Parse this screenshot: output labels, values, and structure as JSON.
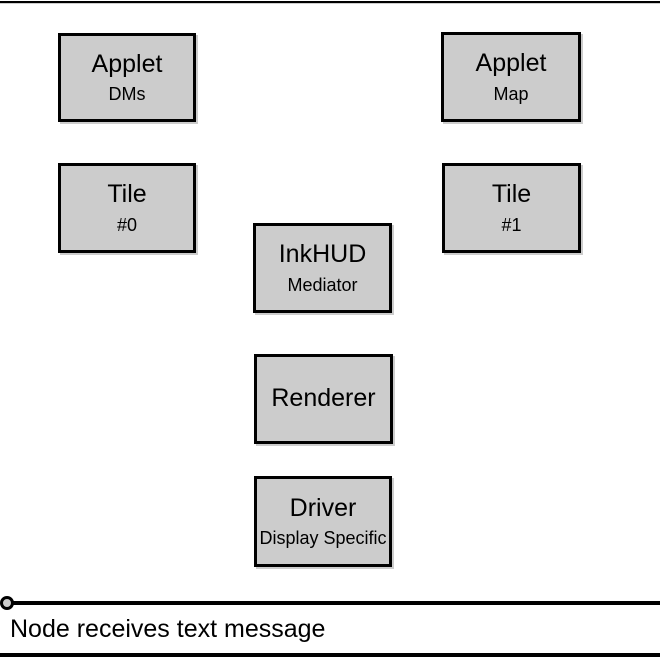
{
  "diagram": {
    "boxes": [
      {
        "id": "applet-dms",
        "title": "Applet",
        "subtitle": "DMs"
      },
      {
        "id": "applet-map",
        "title": "Applet",
        "subtitle": "Map"
      },
      {
        "id": "tile-0",
        "title": "Tile",
        "subtitle": "#0"
      },
      {
        "id": "tile-1",
        "title": "Tile",
        "subtitle": "#1"
      },
      {
        "id": "inkhud",
        "title": "InkHUD",
        "subtitle": "Mediator"
      },
      {
        "id": "renderer",
        "title": "Renderer",
        "subtitle": ""
      },
      {
        "id": "driver",
        "title": "Driver",
        "subtitle": "Display Specific"
      }
    ],
    "timeline": {
      "caption": "Node receives text message"
    },
    "colors": {
      "background": "#ffffff",
      "box_fill": "#cccccc",
      "box_border": "#000000",
      "line": "#000000",
      "text": "#000000"
    }
  }
}
